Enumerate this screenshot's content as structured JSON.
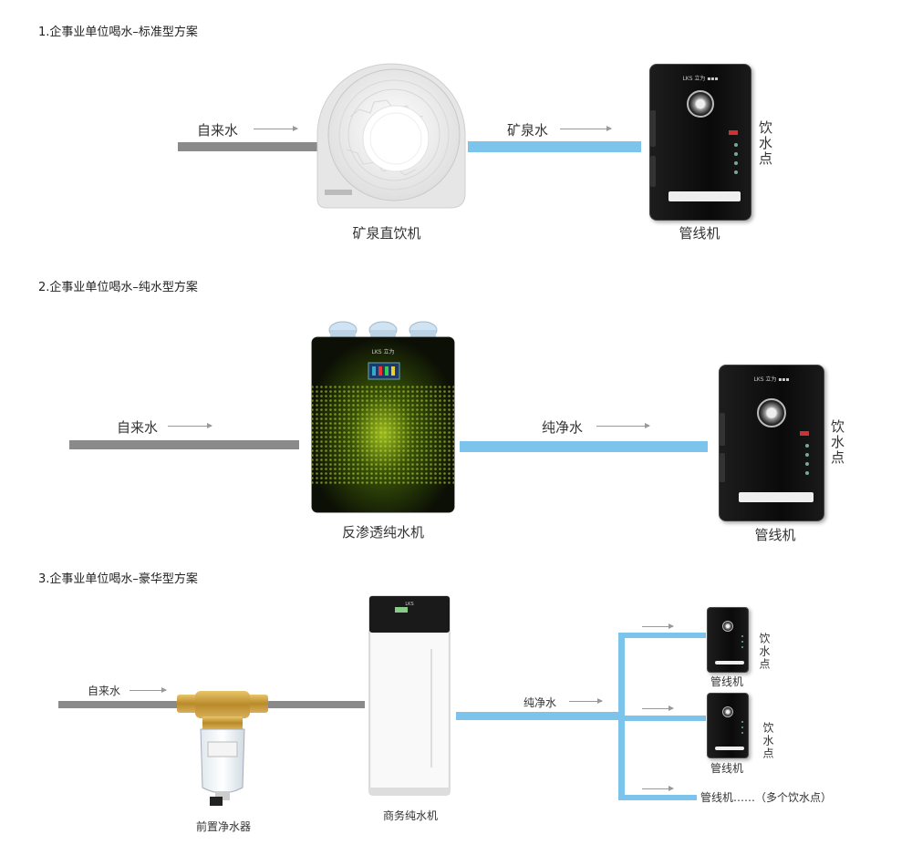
{
  "sections": [
    {
      "title": "1.企事业单位喝水–标准型方案",
      "input_label": "自来水",
      "output_label": "矿泉水",
      "machine_caption": "矿泉直饮机",
      "dispenser_caption": "管线机",
      "point_label": "饮水点"
    },
    {
      "title": "2.企事业单位喝水–纯水型方案",
      "input_label": "自来水",
      "output_label": "纯净水",
      "machine_caption": "反渗透纯水机",
      "dispenser_caption": "管线机",
      "point_label": "饮水点"
    },
    {
      "title": "3.企事业单位喝水–豪华型方案",
      "input_label": "自来水",
      "output_label": "纯净水",
      "prefilter_caption": "前置净水器",
      "machine_caption": "商务纯水机",
      "dispenser_caption_1": "管线机",
      "dispenser_caption_2": "管线机",
      "more_label": "管线机……（多个饮水点）",
      "point_label": "饮水点"
    }
  ],
  "colors": {
    "tap_pipe": "#8a8a8a",
    "water_pipe": "#7cc4ec"
  },
  "icons": [
    "mineral-water-machine-icon",
    "ro-purifier-icon",
    "commercial-purifier-icon",
    "prefilter-icon",
    "pipeline-dispenser-icon",
    "arrow-right-icon"
  ]
}
